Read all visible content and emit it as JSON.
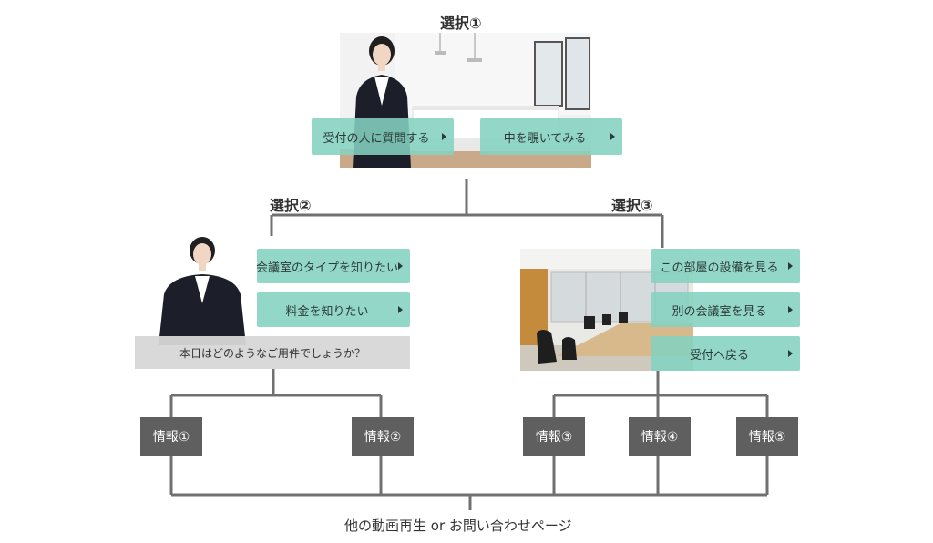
{
  "top": {
    "label": "選択①",
    "buttons": [
      "受付の人に質問する",
      "中を覗いてみる"
    ]
  },
  "left": {
    "label": "選択②",
    "buttons": [
      "会議室のタイプを知りたい",
      "料金を知りたい"
    ],
    "caption": "本日はどのようなご用件でしょうか？"
  },
  "right": {
    "label": "選択③",
    "buttons": [
      "この部屋の設備を見る",
      "別の会議室を見る",
      "受付へ戻る"
    ]
  },
  "info": [
    "情報①",
    "情報②",
    "情報③",
    "情報④",
    "情報⑤"
  ],
  "bottom": "他の動画再生 or お問い合わせページ",
  "colors": {
    "button": "#84d1c0",
    "info_box": "#5f5f5f",
    "line": "#707070",
    "caption": "#d7d7d7"
  }
}
